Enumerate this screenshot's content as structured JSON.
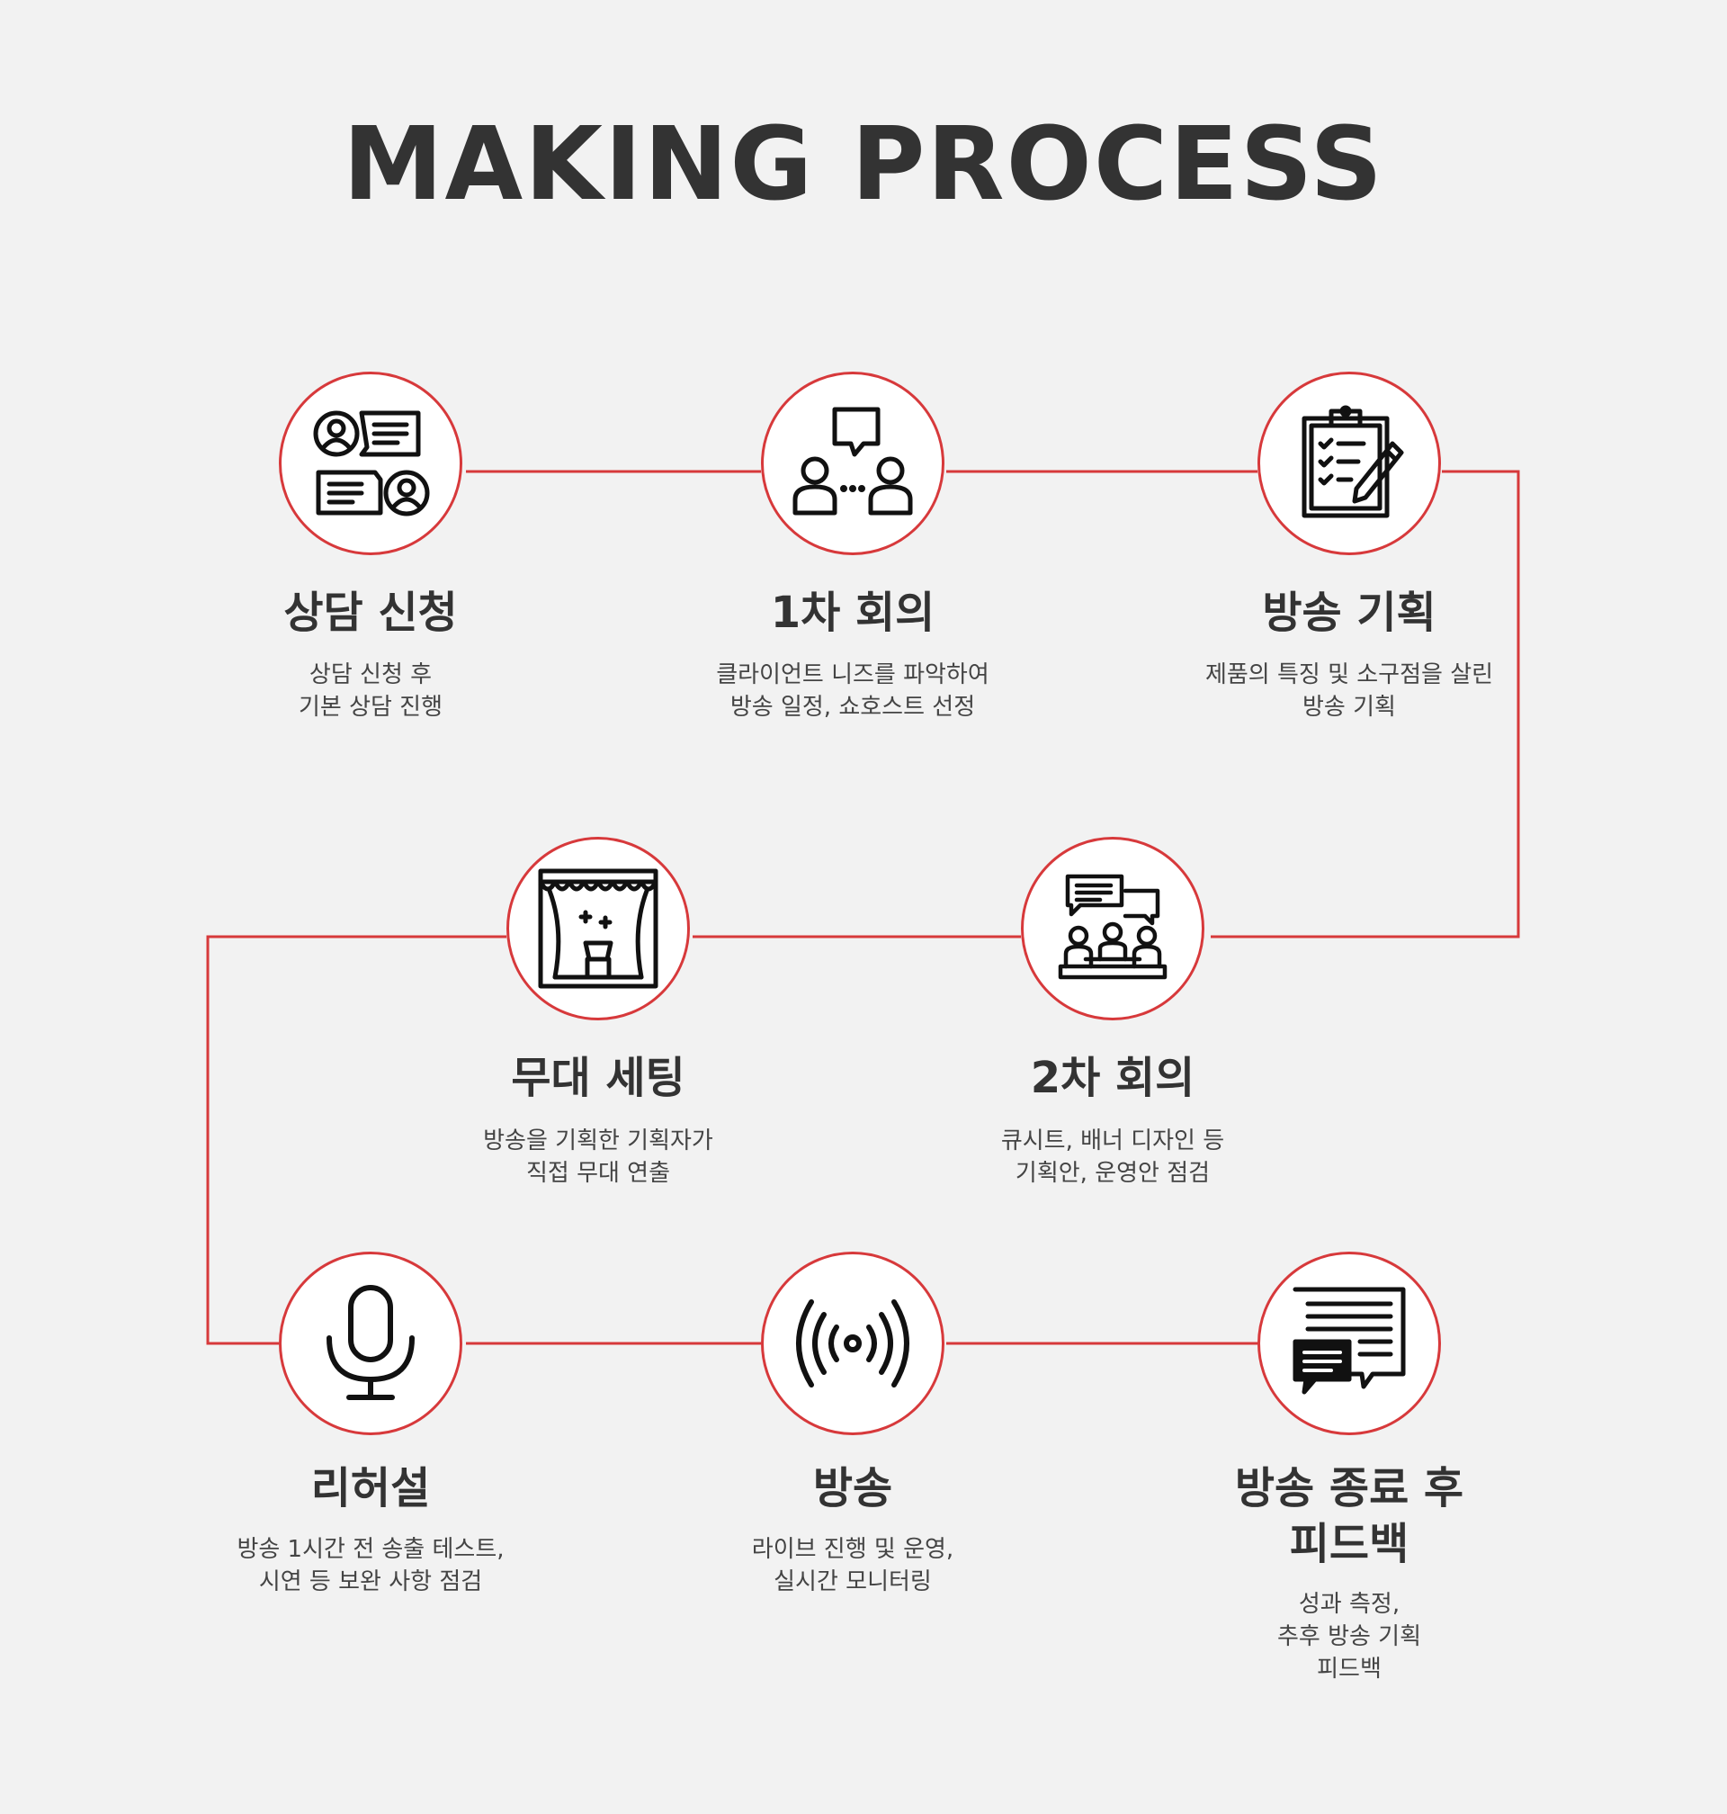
{
  "title": "MAKING PROCESS",
  "accent_color": "#d7393b",
  "steps": [
    {
      "icon": "consultation-icon",
      "title": "상담 신청",
      "desc": [
        "상담 신청 후",
        "기본 상담 진행"
      ]
    },
    {
      "icon": "meeting-icon",
      "title": "1차 회의",
      "desc": [
        "클라이언트 니즈를 파악하여",
        "방송 일정, 쇼호스트 선정"
      ]
    },
    {
      "icon": "clipboard-pencil-icon",
      "title": "방송 기획",
      "desc": [
        "제품의 특징 및 소구점을 살린",
        "방송 기획"
      ]
    },
    {
      "icon": "team-discussion-icon",
      "title": "2차 회의",
      "desc": [
        "큐시트, 배너 디자인 등",
        "기획안, 운영안 점검"
      ]
    },
    {
      "icon": "stage-curtain-icon",
      "title": "무대 세팅",
      "desc": [
        "방송을 기획한 기획자가",
        "직접 무대 연출"
      ]
    },
    {
      "icon": "microphone-icon",
      "title": "리허설",
      "desc": [
        "방송 1시간 전 송출 테스트,",
        "시연 등 보완 사항 점검"
      ]
    },
    {
      "icon": "broadcast-icon",
      "title": "방송",
      "desc": [
        "라이브 진행 및 운영,",
        "실시간 모니터링"
      ]
    },
    {
      "icon": "feedback-document-icon",
      "title": [
        "방송 종료 후",
        "피드백"
      ],
      "desc": [
        "성과 측정,",
        "추후 방송 기획",
        "피드백"
      ]
    }
  ]
}
